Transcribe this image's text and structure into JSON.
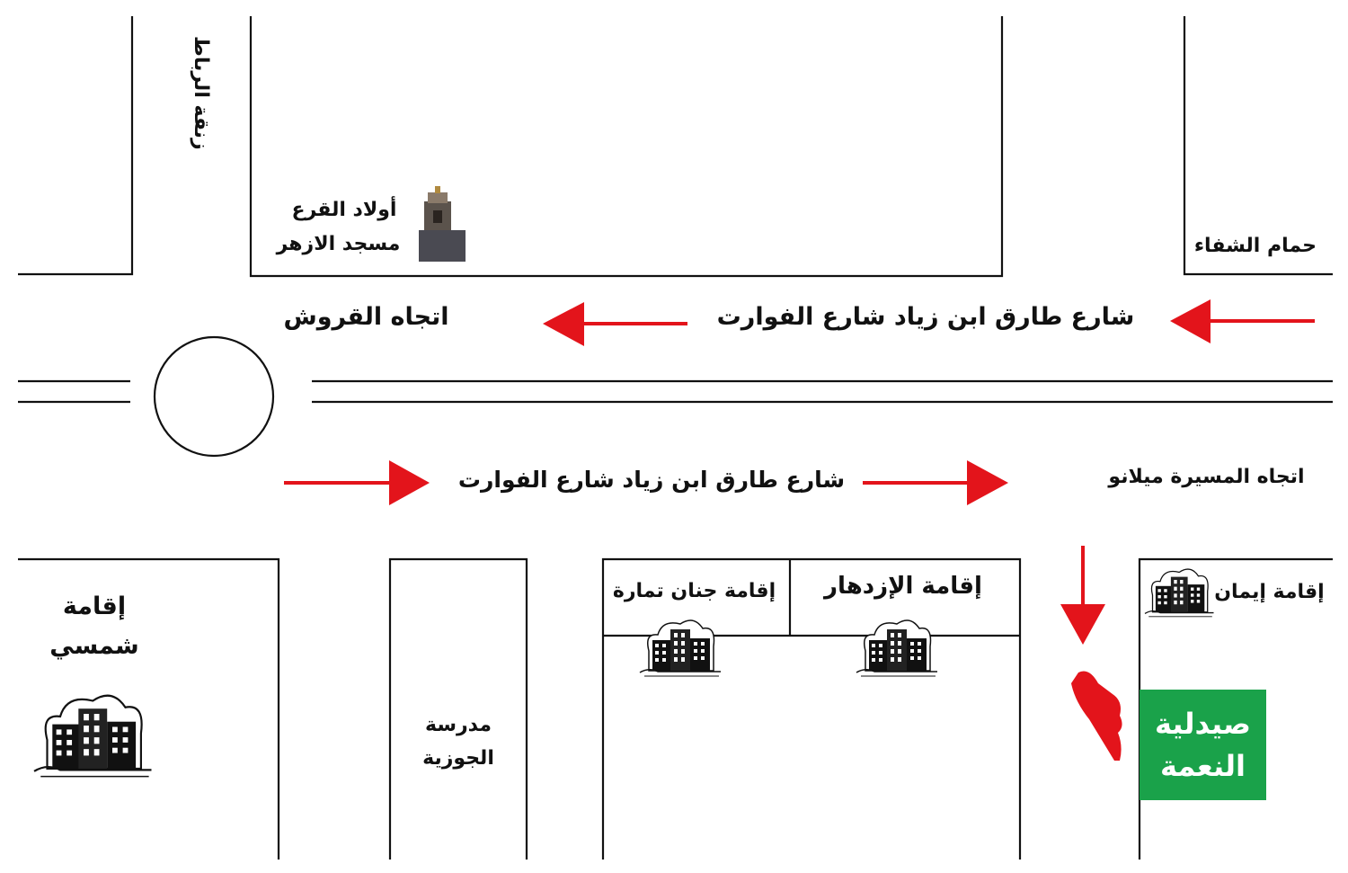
{
  "colors": {
    "lines": "#111111",
    "arrows": "#e3141b",
    "pharmacy": "#1aa24a"
  },
  "labels": {
    "zanqat_rabat": "زنقة الرباط",
    "mosque_line1": "أولاد القرع",
    "mosque_line2": "مسجد الازهر",
    "hammam": "حمام الشفاء",
    "street_top": "شارع طارق ابن زياد شارع الفوارت",
    "direction_qroush": "اتجاه القروش",
    "street_bottom": "شارع طارق ابن زياد شارع الفوارت",
    "direction_massira": "اتجاه المسيرة ميلانو",
    "iqama_shamsi_1": "إقامة",
    "iqama_shamsi_2": "شمسي",
    "school_1": "مدرسة",
    "school_2": "الجوزية",
    "iqama_jinan": "إقامة جنان تمارة",
    "iqama_izdihar": "إقامة الإزدهار",
    "iqama_iman": "إقامة إيمان",
    "pharmacy_1": "صيدلية",
    "pharmacy_2": "النعمة"
  }
}
